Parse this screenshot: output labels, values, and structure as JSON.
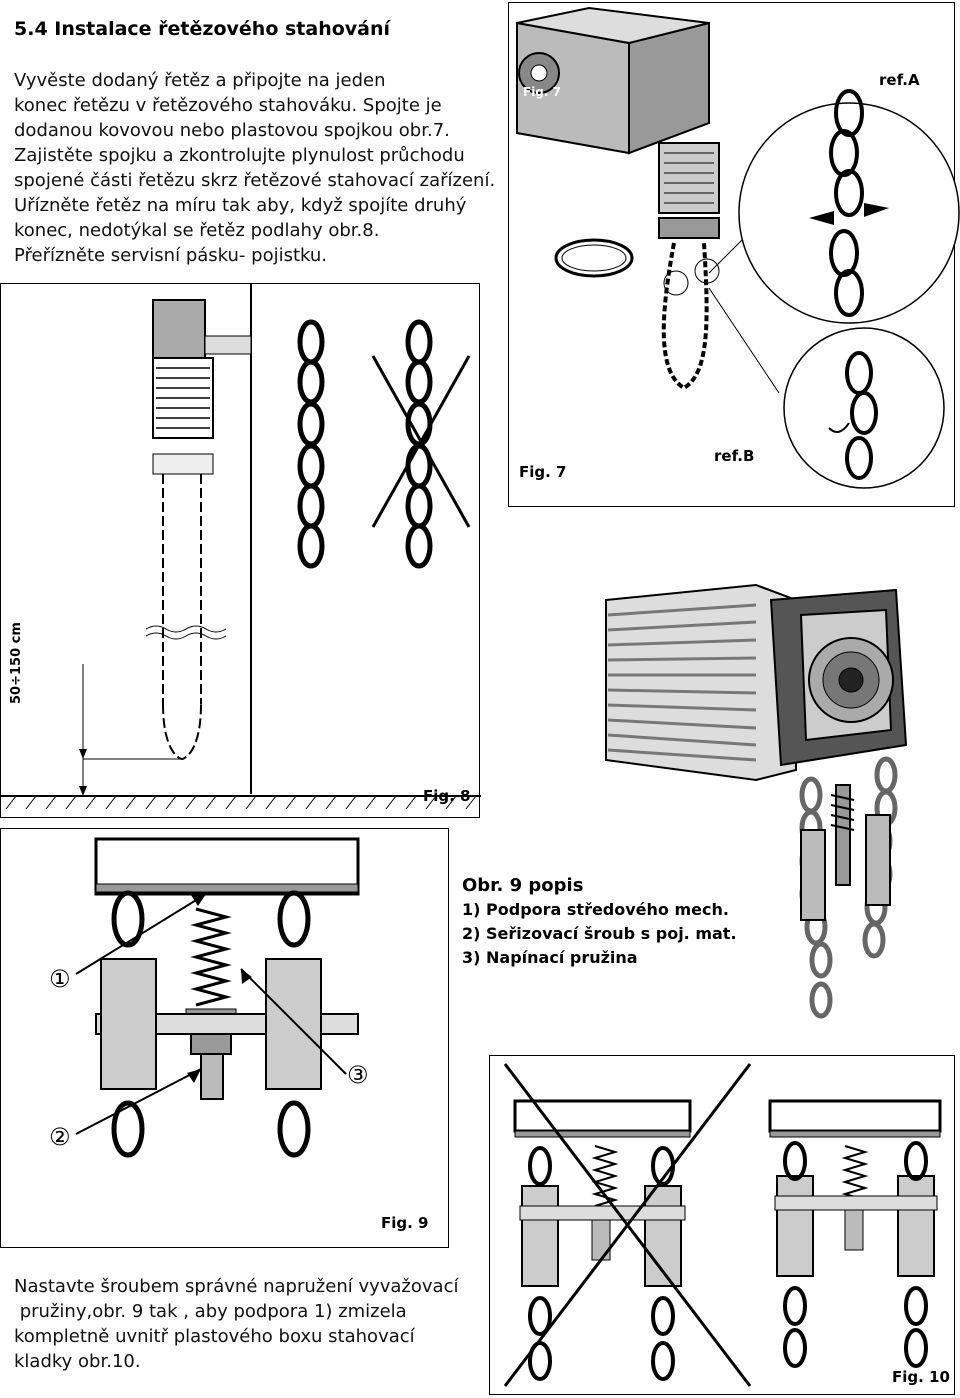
{
  "heading": "5.4 Instalace řetězového stahování",
  "instructions": [
    "Vyvěste dodaný řetěz a připojte na jeden",
    "konec řetězu v řetězového stahováku. Spojte je",
    "dodanou kovovou nebo plastovou spojkou obr.7.",
    "Zajistěte spojku a zkontrolujte plynulost průchodu",
    "spojené části řetězu skrz řetězové stahovací zařízení.",
    "Uřízněte řetěz na míru tak aby, když spojíte druhý",
    "konec, nedotýkal se řetěz podlahy obr.8.",
    "Přeřízněte servisní pásku- pojistku."
  ],
  "fig7": {
    "label_fig": "Fig. 7",
    "label_fig_small": "Fig. 7",
    "ref_a": "ref.A",
    "ref_b": "ref.B"
  },
  "fig8": {
    "label_fig": "Fig. 8",
    "dimension": "50÷150 cm"
  },
  "fig9": {
    "label_fig": "Fig. 9",
    "markers": [
      "①",
      "②",
      "③"
    ],
    "legend_title": "Obr. 9 popis",
    "legend_items": [
      "1)  Podpora středového mech.",
      "2)  Seřizovací šroub s poj. mat.",
      "3)  Napínací pružina"
    ]
  },
  "fig10": {
    "label_fig": "Fig. 10"
  },
  "closing": [
    "Nastavte šroubem správné napružení vyvažovací",
    " pružiny,obr. 9 tak , aby podpora 1) zmizela",
    "kompletně uvnitř plastového boxu stahovací",
    "kladky obr.10."
  ]
}
